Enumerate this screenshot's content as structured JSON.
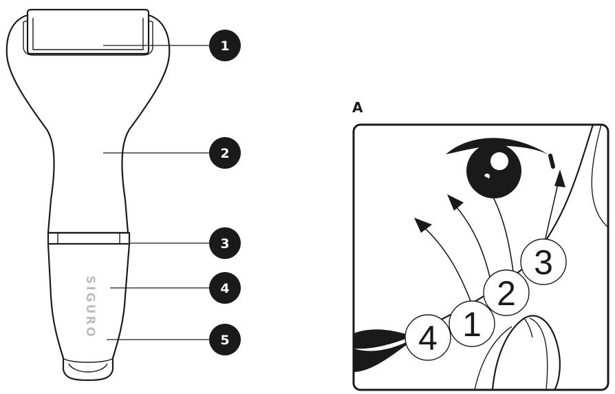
{
  "device": {
    "brand": "SIGURO",
    "callouts": [
      "1",
      "2",
      "3",
      "4",
      "5"
    ]
  },
  "panel": {
    "label": "A",
    "steps": [
      "4",
      "1",
      "2",
      "3"
    ]
  }
}
